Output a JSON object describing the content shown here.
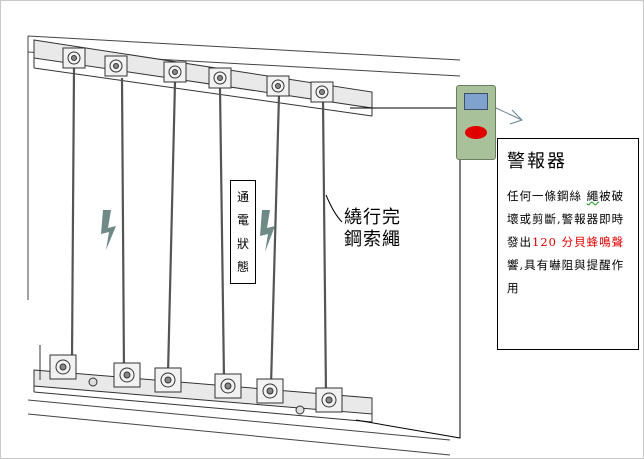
{
  "colors": {
    "device_body": "#a9c19a",
    "device_screen": "#7fa3cc",
    "alarm_led": "#e00000",
    "lightning": "#6f8a86",
    "highlight_text": "#e00000"
  },
  "status_tag": {
    "chars": [
      "通",
      "電",
      "狀",
      "態"
    ]
  },
  "cable_label": {
    "line1": "繞行完",
    "line2": "鋼索繩"
  },
  "alarm_box": {
    "title": "警報器",
    "desc_part1": "任何一條鋼絲 ",
    "desc_wavy": "繩",
    "desc_part2": "被破壞或剪斷,警報器即時發出",
    "highlight": "120 分貝蜂鳴聲",
    "desc_part3": "響,具有嚇阻與提醒作用"
  },
  "icons": {
    "lightning_left": "lightning-bolt-icon",
    "lightning_right": "lightning-bolt-icon",
    "alarm_led": "red-led-icon",
    "alarm_screen": "display-screen-icon"
  }
}
